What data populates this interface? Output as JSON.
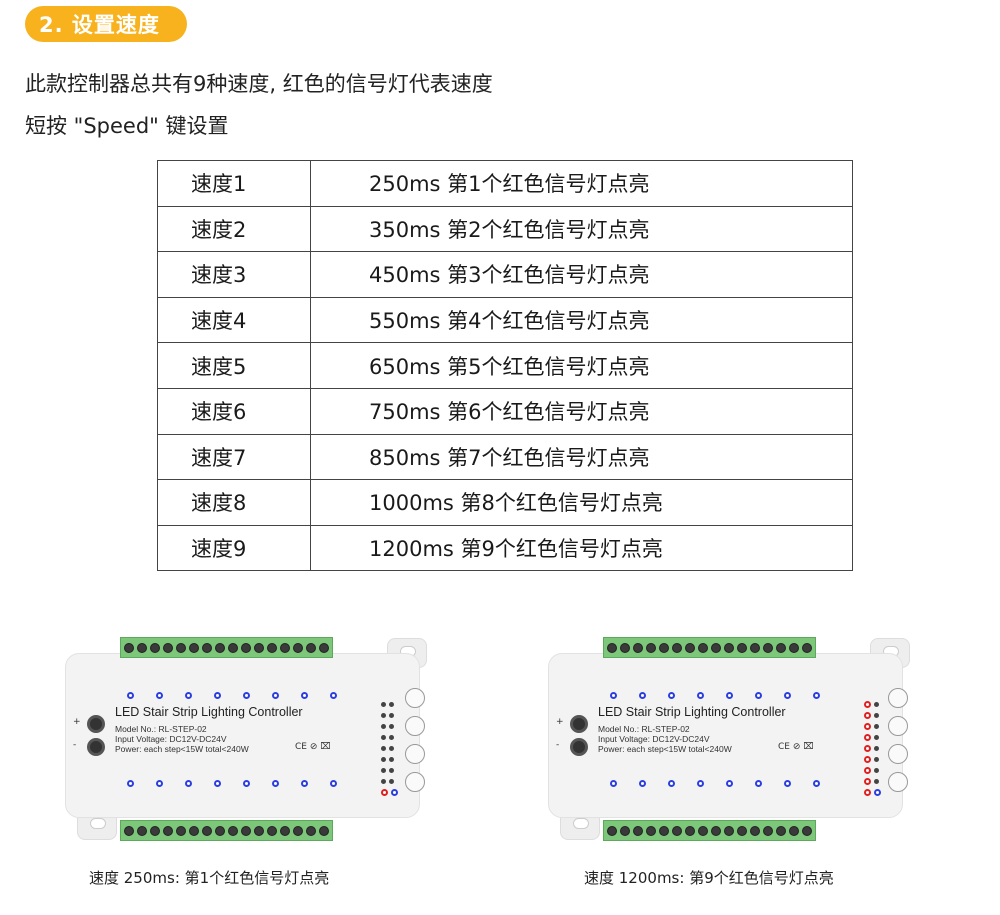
{
  "section": {
    "badge": "2. 设置速度",
    "badge_color": "#f7b21d",
    "intro_line1": "此款控制器总共有9种速度, 红色的信号灯代表速度",
    "intro_line2": "短按 \"Speed\" 键设置"
  },
  "speed_table": {
    "rows": [
      {
        "label": "速度1",
        "desc": "250ms  第1个红色信号灯点亮"
      },
      {
        "label": "速度2",
        "desc": "350ms  第2个红色信号灯点亮"
      },
      {
        "label": "速度3",
        "desc": "450ms  第3个红色信号灯点亮"
      },
      {
        "label": "速度4",
        "desc": "550ms  第4个红色信号灯点亮"
      },
      {
        "label": "速度5",
        "desc": "650ms  第5个红色信号灯点亮"
      },
      {
        "label": "速度6",
        "desc": "750ms  第6个红色信号灯点亮"
      },
      {
        "label": "速度7",
        "desc": "850ms  第7个红色信号灯点亮"
      },
      {
        "label": "速度8",
        "desc": "1000ms  第8个红色信号灯点亮"
      },
      {
        "label": "速度9",
        "desc": "1200ms  第9个红色信号灯点亮"
      }
    ]
  },
  "device": {
    "title": "LED Stair Strip Lighting Controller",
    "model": "Model No.: RL-STEP-02",
    "voltage": "Input Voltage: DC12V-DC24V",
    "power": "Power: each step<15W    total<240W",
    "marks": "CE ⊘ ⌧",
    "plus": "+",
    "minus": "-",
    "indicator_red": "#e02020",
    "indicator_blue": "#2b3fe0"
  },
  "captions": {
    "left": "速度 250ms: 第1个红色信号灯点亮",
    "right": "速度 1200ms: 第9个红色信号灯点亮"
  }
}
